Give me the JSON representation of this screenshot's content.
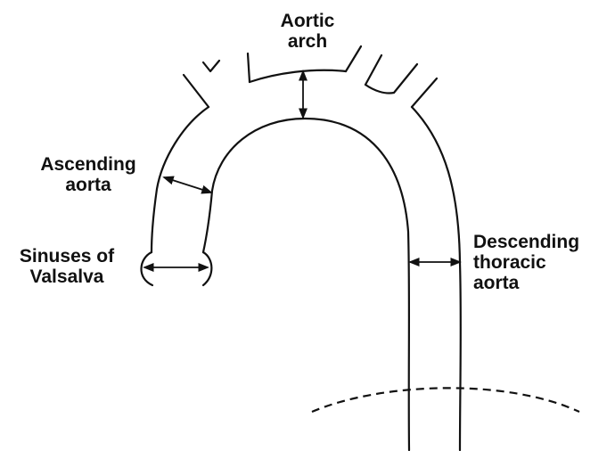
{
  "labels": {
    "aortic_arch": [
      "Aortic",
      "arch"
    ],
    "ascending_aorta": [
      "Ascending",
      "aorta"
    ],
    "sinuses_of_valsalva": [
      "Sinuses of",
      "Valsalva"
    ],
    "descending_thoracic_aorta": [
      "Descending",
      "thoracic",
      "aorta"
    ]
  },
  "colors": {
    "line": "#111111",
    "background": "#ffffff"
  }
}
